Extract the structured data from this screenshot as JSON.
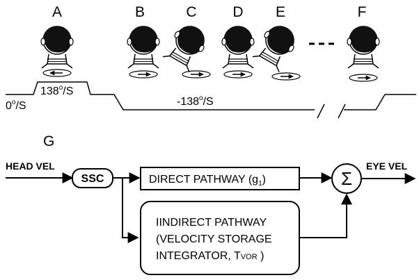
{
  "top": {
    "panel_labels": [
      "A",
      "B",
      "C",
      "D",
      "E",
      "F"
    ],
    "baseline_label": "0",
    "baseline_unit": "/S",
    "degree_symbol": "o",
    "velocity_pos_value": "138",
    "velocity_pos_unit": "/S",
    "velocity_neg_value": "-138",
    "velocity_neg_unit": "/S"
  },
  "bottom": {
    "panel_label": "G",
    "input_label": "HEAD VEL",
    "ssc_label": "SSC",
    "direct_label": "DIRECT PATHWAY (g",
    "direct_sub": "1",
    "direct_close": ")",
    "indirect_line1": "IINDIRECT PATHWAY",
    "indirect_line2": "(VELOCITY STORAGE",
    "indirect_line3": "INTEGRATOR, T",
    "indirect_line3_sub": "VOR",
    "indirect_line3_close": " )",
    "sum_symbol": "Σ",
    "output_label": "EYE VEL"
  }
}
